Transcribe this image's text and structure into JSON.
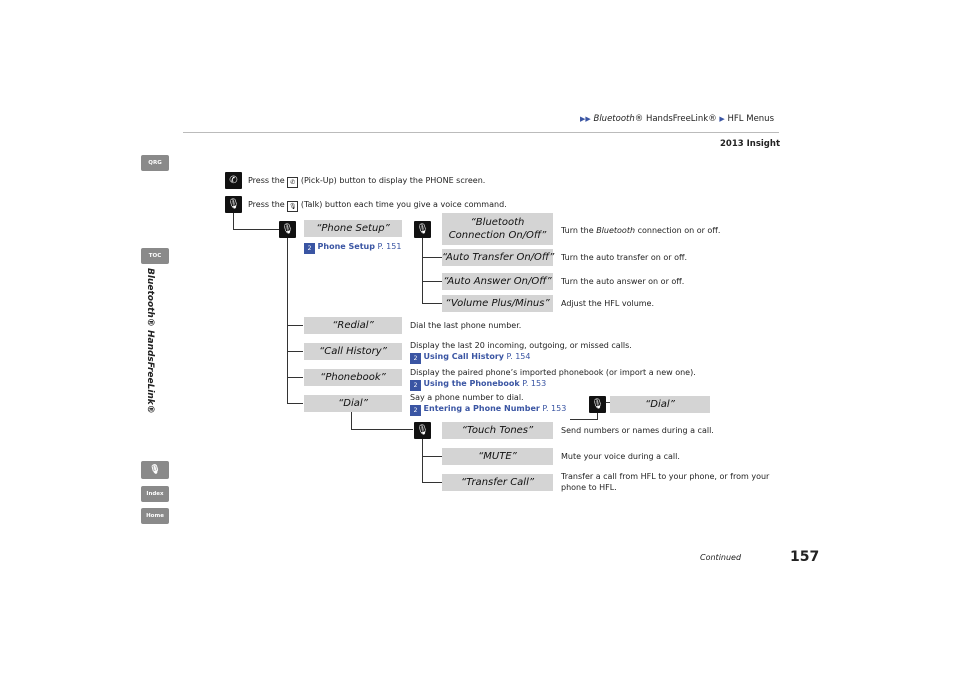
{
  "breadcrumb": [
    "Bluetooth®",
    " HandsFreeLink®",
    "HFL Menus"
  ],
  "model": "2013 Insight",
  "side": {
    "qrg": "QRG",
    "toc": "TOC",
    "section": "Bluetooth® HandsFreeLink®",
    "index": "Index",
    "home": "Home"
  },
  "intro": {
    "pickup_pre": "Press the",
    "pickup_post": "(Pick-Up) button to display the PHONE screen.",
    "talk_pre": "Press the",
    "talk_post": "(Talk) button each time you give a voice command."
  },
  "commands": {
    "phone_setup": "“Phone Setup”",
    "bt_line1": "“Bluetooth",
    "bt_line2": "Connection On/Off”",
    "auto_transfer": "“Auto Transfer On/Off”",
    "auto_answer": "“Auto Answer On/Off”",
    "volume": "“Volume Plus/Minus”",
    "redial": "“Redial”",
    "call_history": "“Call History”",
    "phonebook": "“Phonebook”",
    "dial": "“Dial”",
    "dial2": "“Dial”",
    "touch_tones": "“Touch Tones”",
    "mute": "“MUTE”",
    "transfer_call": "“Transfer Call”"
  },
  "desc": {
    "bt_pre": "Turn the",
    "bt_it": "Bluetooth",
    "bt_post": "connection on or off.",
    "auto_transfer": "Turn the auto transfer on or off.",
    "auto_answer": "Turn the auto answer on or off.",
    "volume": "Adjust the HFL volume.",
    "redial": "Dial the last phone number.",
    "call_history": "Display the last 20 incoming, outgoing, or missed calls.",
    "phonebook": "Display the paired phone’s imported phonebook (or import a new one).",
    "dial": "Say a phone number to dial.",
    "touch_tones": "Send numbers or names during a call.",
    "mute": "Mute your voice during a call.",
    "transfer1": "Transfer a call from HFL to your phone, or from your",
    "transfer2": "phone to HFL."
  },
  "refs": {
    "phone_setup": {
      "link": "Phone Setup",
      "page": "P. 151"
    },
    "call_history": {
      "link": "Using Call History",
      "page": "P. 154"
    },
    "phonebook": {
      "link": "Using the Phonebook",
      "page": "P. 153"
    },
    "dial": {
      "link": "Entering a Phone Number",
      "page": "P. 153"
    }
  },
  "footer": {
    "continued": "Continued",
    "page": "157"
  }
}
